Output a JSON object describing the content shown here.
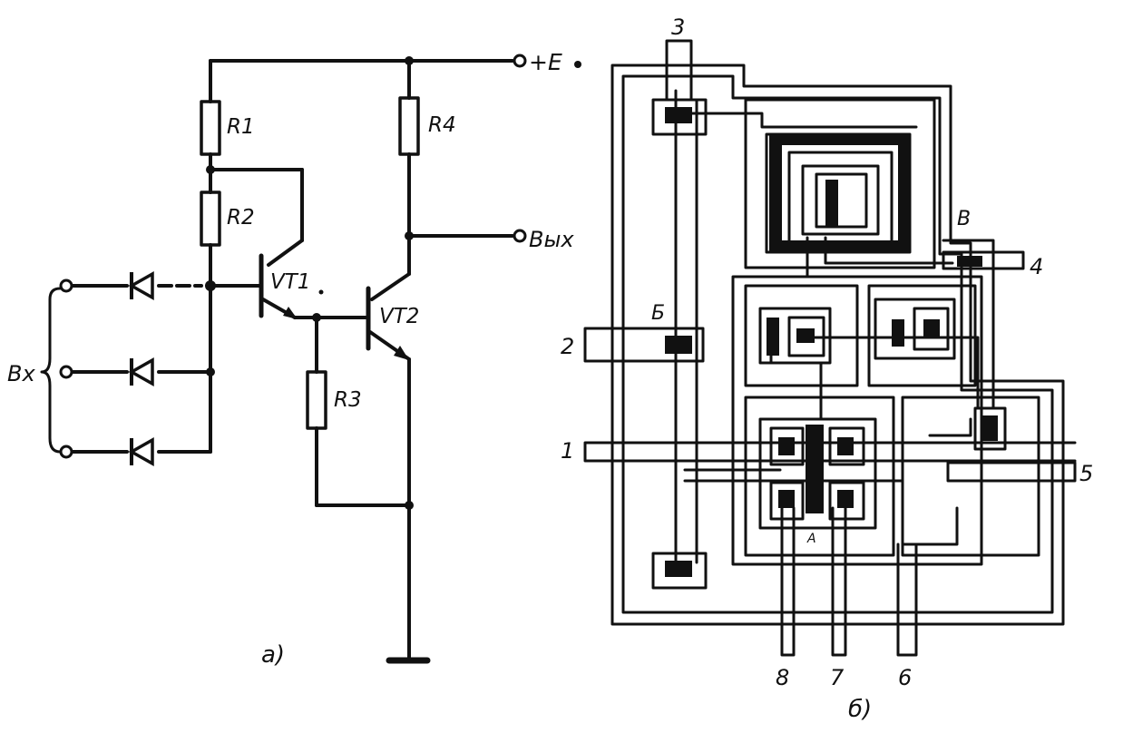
{
  "figure": {
    "schematic": {
      "caption": "а)",
      "supply_label": "+E",
      "output_label": "Вых",
      "input_label": "Вх",
      "resistors": [
        "R1",
        "R2",
        "R3",
        "R4"
      ],
      "transistors": [
        "VT1",
        "VT2"
      ]
    },
    "layout": {
      "caption": "б)",
      "pins": [
        "1",
        "2",
        "3",
        "4",
        "5",
        "6",
        "7",
        "8"
      ],
      "regions": [
        "Б",
        "В",
        "А"
      ]
    }
  }
}
